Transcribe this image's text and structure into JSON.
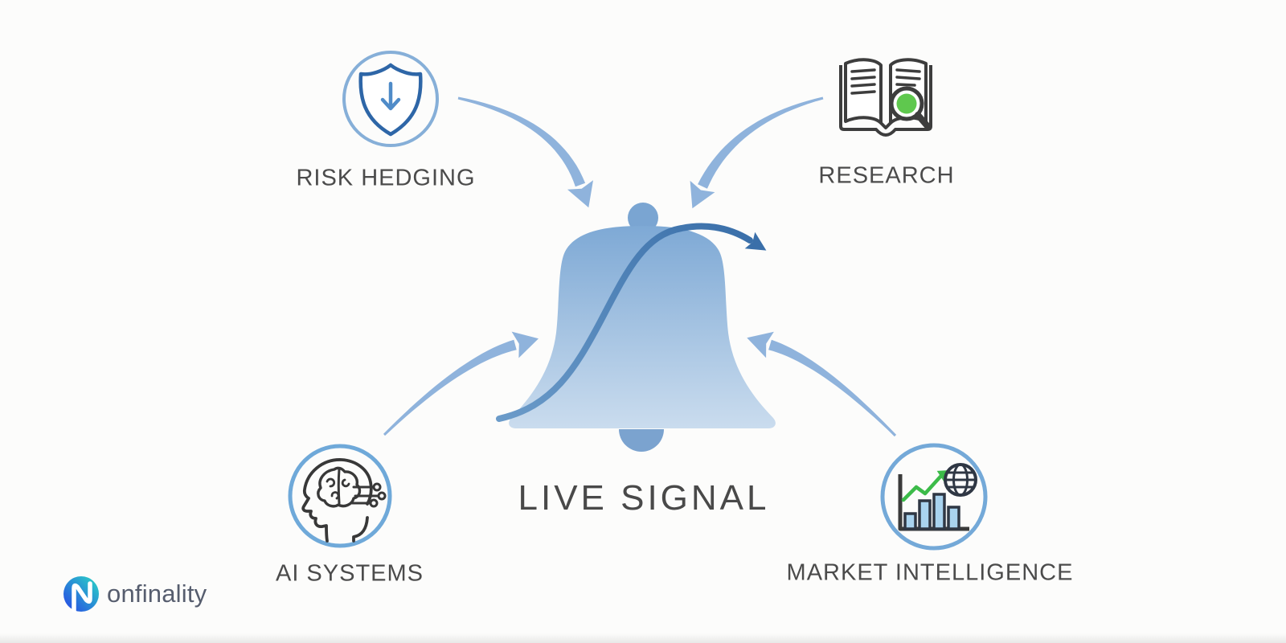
{
  "diagram": {
    "center": {
      "label": "LIVE SIGNAL",
      "icon": "bell-icon"
    },
    "nodes": [
      {
        "id": "risk-hedging",
        "label": "RISK HEDGING",
        "icon": "shield-download-icon",
        "position": "top-left"
      },
      {
        "id": "research",
        "label": "RESEARCH",
        "icon": "book-magnifier-icon",
        "position": "top-right"
      },
      {
        "id": "ai-systems",
        "label": "AI SYSTEMS",
        "icon": "ai-brain-head-icon",
        "position": "bottom-left"
      },
      {
        "id": "market-intelligence",
        "label": "MARKET INTELLIGENCE",
        "icon": "bar-chart-globe-icon",
        "position": "bottom-right"
      }
    ],
    "colors": {
      "arrow_blue": "#8fb3dc",
      "curve_blue_dark": "#3a6fa9",
      "curve_blue_light": "#6b9bc9",
      "bell_gradient_top": "#7ea9d5",
      "bell_gradient_bottom": "#cadcee",
      "bell_knob": "#7aa5d2",
      "bell_clapper": "#7ba3cf",
      "ring_blue": "#74a9d8",
      "shield_blue": "#2e66a7",
      "icon_dark": "#3a3a3a",
      "accent_green": "#5fc84e",
      "trend_green": "#3cbb49",
      "label_gray": "#4b4b4b"
    }
  },
  "footer": {
    "brand": "onfinality",
    "logo_gradient": [
      "#2bd8c5",
      "#2742e6"
    ]
  }
}
